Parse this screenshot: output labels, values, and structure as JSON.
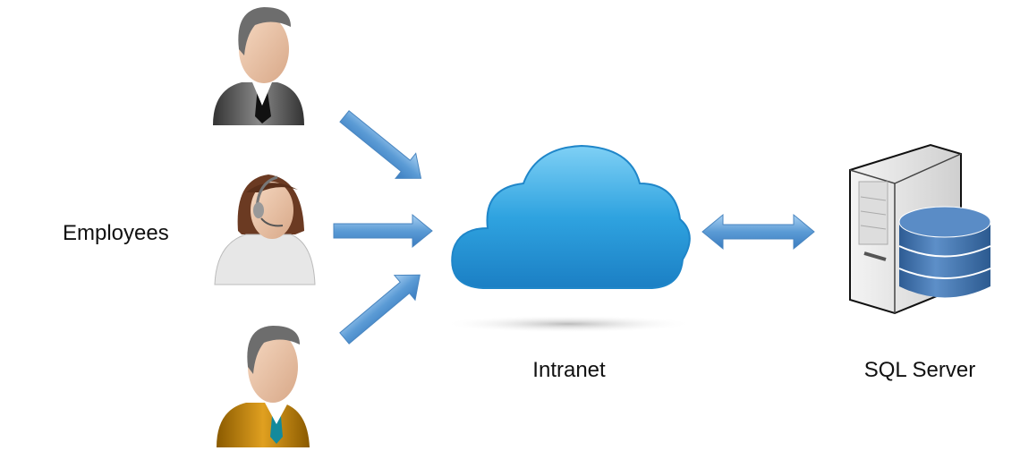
{
  "labels": {
    "employees": "Employees",
    "intranet": "Intranet",
    "sql_server": "SQL Server"
  },
  "icons": [
    "employee-man-icon",
    "employee-headset-woman-icon",
    "employee-man-icon",
    "arrow-right-icon",
    "cloud-icon",
    "double-arrow-icon",
    "server-icon",
    "database-icon"
  ],
  "colors": {
    "arrow": "#5b9bd5",
    "cloud": "#2fa3e0",
    "database": "#3d6fa8"
  }
}
